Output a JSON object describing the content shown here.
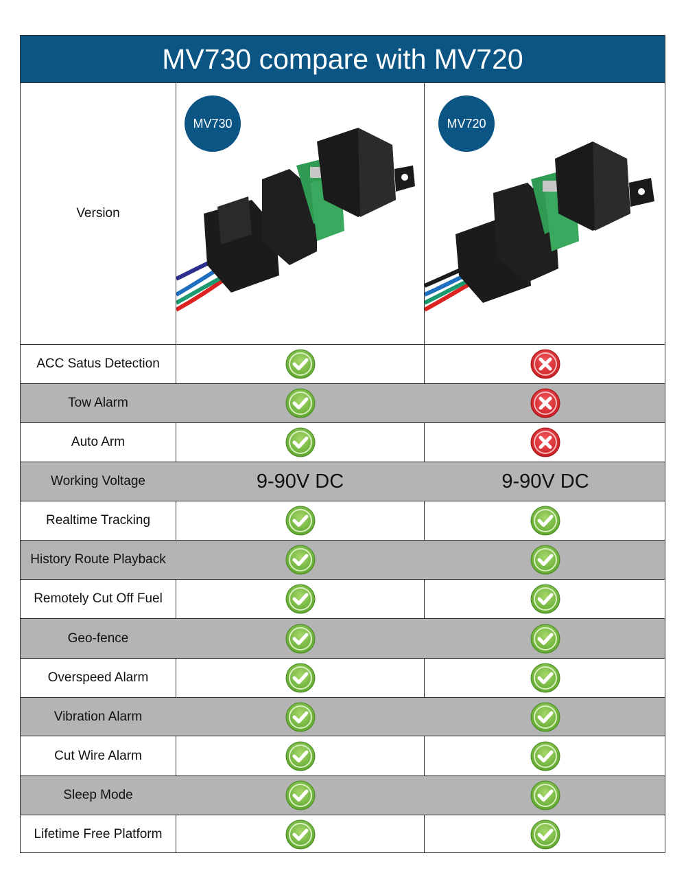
{
  "title": "MV730 compare with MV720",
  "version_label": "Version",
  "products": [
    {
      "badge": "MV730"
    },
    {
      "badge": "MV720"
    }
  ],
  "rows": [
    {
      "feature": "ACC Satus Detection",
      "mv730": "check",
      "mv720": "cross"
    },
    {
      "feature": "Tow Alarm",
      "mv730": "check",
      "mv720": "cross"
    },
    {
      "feature": "Auto Arm",
      "mv730": "check",
      "mv720": "cross"
    },
    {
      "feature": "Working Voltage",
      "mv730_text": "9-90V DC",
      "mv720_text": "9-90V DC"
    },
    {
      "feature": "Realtime Tracking",
      "mv730": "check",
      "mv720": "check"
    },
    {
      "feature": "History Route Playback",
      "mv730": "check",
      "mv720": "check"
    },
    {
      "feature": "Remotely Cut Off Fuel",
      "mv730": "check",
      "mv720": "check"
    },
    {
      "feature": "Geo-fence",
      "mv730": "check",
      "mv720": "check"
    },
    {
      "feature": "Overspeed Alarm",
      "mv730": "check",
      "mv720": "check"
    },
    {
      "feature": "Vibration Alarm",
      "mv730": "check",
      "mv720": "check"
    },
    {
      "feature": "Cut Wire Alarm",
      "mv730": "check",
      "mv720": "check"
    },
    {
      "feature": "Sleep Mode",
      "mv730": "check",
      "mv720": "check"
    },
    {
      "feature": "Lifetime Free Platform",
      "mv730": "check",
      "mv720": "check"
    }
  ],
  "colors": {
    "header": "#0b5585",
    "shade": "#b4b4b4",
    "check": "#7bc142",
    "cross": "#e5262c"
  }
}
